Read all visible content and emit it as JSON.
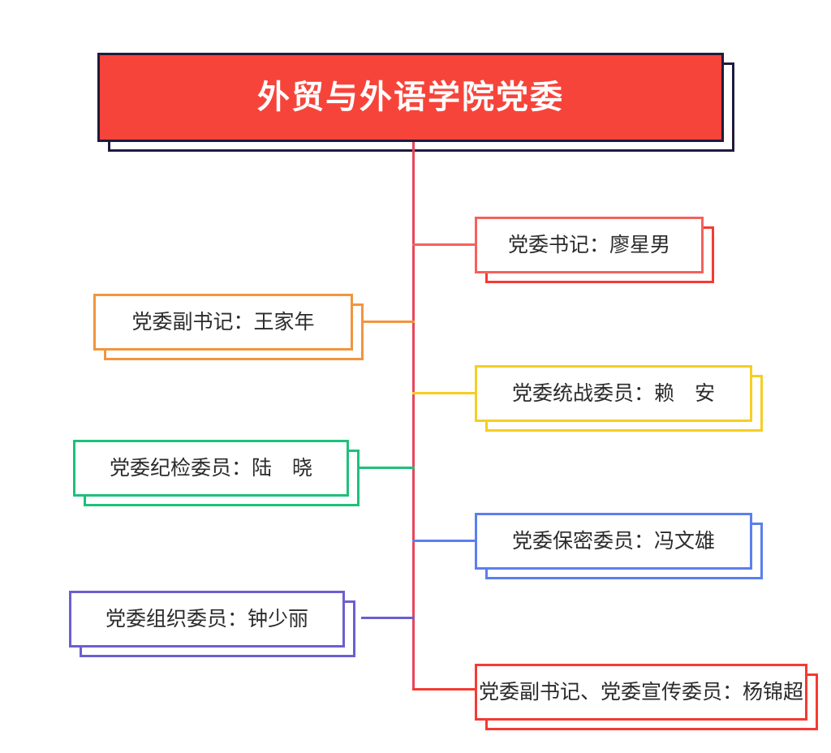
{
  "chart_data": {
    "type": "diagram",
    "subtype": "organization-tree",
    "title": "外贸与外语学院党委",
    "root": {
      "label": "外贸与外语学院党委",
      "fill": "#F7443A",
      "border": "#1F1B3D",
      "text_color": "#FFFFFF"
    },
    "trunk_color": "#E8465A",
    "nodes": [
      {
        "label": "党委书记：廖星男",
        "color": "#F5615C",
        "side": "right"
      },
      {
        "label": "党委副书记：王家年",
        "color": "#F0953F",
        "side": "left"
      },
      {
        "label": "党委统战委员：赖　安",
        "color": "#F5CE23",
        "side": "right"
      },
      {
        "label": "党委纪检委员：陆　晓",
        "color": "#1EC07A",
        "side": "left"
      },
      {
        "label": "党委保密委员：冯文雄",
        "color": "#5B7FEF",
        "side": "right"
      },
      {
        "label": "党委组织委员：钟少丽",
        "color": "#6B5FD0",
        "side": "left"
      },
      {
        "label": "党委副书记、党委宣传委员：杨锦超",
        "color": "#F53A32",
        "side": "right"
      }
    ]
  }
}
